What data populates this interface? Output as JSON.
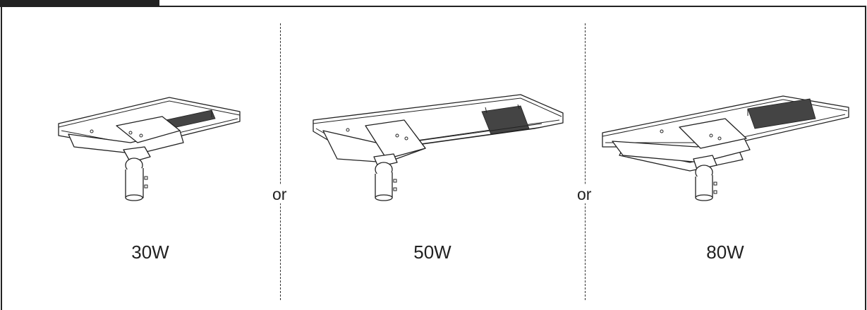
{
  "separators": [
    "or",
    "or"
  ],
  "products": [
    {
      "label": "30W"
    },
    {
      "label": "50W"
    },
    {
      "label": "80W"
    }
  ]
}
